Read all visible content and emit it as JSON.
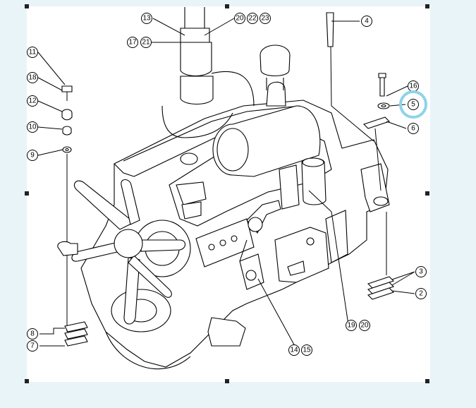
{
  "diagram": {
    "highlight_color": "#8fd3e8",
    "background_color": "#e8f4f8",
    "callouts": [
      {
        "id": "c13",
        "label": "13"
      },
      {
        "id": "c20a",
        "label": "20"
      },
      {
        "id": "c22",
        "label": "22"
      },
      {
        "id": "c23",
        "label": "23"
      },
      {
        "id": "c17",
        "label": "17"
      },
      {
        "id": "c21",
        "label": "21"
      },
      {
        "id": "c4",
        "label": "4"
      },
      {
        "id": "c11",
        "label": "11"
      },
      {
        "id": "c18",
        "label": "18"
      },
      {
        "id": "c12",
        "label": "12"
      },
      {
        "id": "c10",
        "label": "10"
      },
      {
        "id": "c9",
        "label": "9"
      },
      {
        "id": "c16",
        "label": "16"
      },
      {
        "id": "c5",
        "label": "5"
      },
      {
        "id": "c6",
        "label": "6"
      },
      {
        "id": "c3",
        "label": "3"
      },
      {
        "id": "c2",
        "label": "2"
      },
      {
        "id": "c19",
        "label": "19"
      },
      {
        "id": "c20b",
        "label": "20"
      },
      {
        "id": "c14",
        "label": "14"
      },
      {
        "id": "c15",
        "label": "15"
      },
      {
        "id": "c8",
        "label": "8"
      },
      {
        "id": "c7",
        "label": "7"
      }
    ]
  }
}
